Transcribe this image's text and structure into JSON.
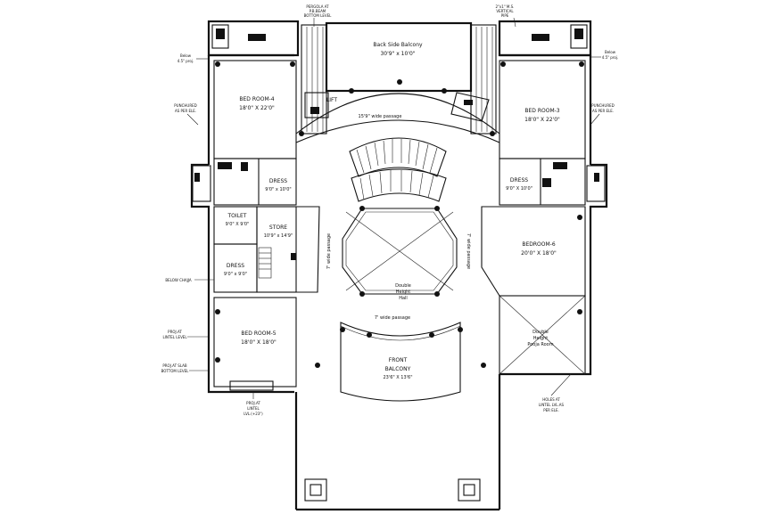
{
  "plan": {
    "rooms": {
      "back_balcony": {
        "name": "Back Side Balcony",
        "size": "30'9\" x 10'0\""
      },
      "bed4": {
        "name": "BED ROOM-4",
        "size": "18'0\" X 22'0\""
      },
      "bed3": {
        "name": "BED ROOM-3",
        "size": "18'0\" X 22'0\""
      },
      "dress_left": {
        "name": "DRESS",
        "size": "9'0\" x 10'0\""
      },
      "dress_right": {
        "name": "DRESS",
        "size": "9'0\" X 10'0\""
      },
      "toilet": {
        "name": "TOILET",
        "size": "9'0\" X 9'0\""
      },
      "store": {
        "name": "STORE",
        "size": "10'9\" x 14'9\""
      },
      "dress_lower": {
        "name": "DRESS",
        "size": "9'0\" x 9'0\""
      },
      "bed6": {
        "name": "BEDROOM-6",
        "size": "20'0\" X 18'0\""
      },
      "bed5": {
        "name": "BED ROOM-5",
        "size": "18'0\" X 18'0\""
      },
      "front_balcony": {
        "name": "FRONT",
        "name2": "BALCONY",
        "size": "23'6\" X 13'6\""
      },
      "hall": {
        "name": "Double",
        "name2": "Height",
        "name3": "Hall"
      },
      "pooja": {
        "name": "Double",
        "name2": "Height",
        "name3": "Pooja Room"
      },
      "lift": {
        "name": "LIFT"
      }
    },
    "passages": {
      "upper": "15'9\" wide passage",
      "left": "7' wide passage",
      "right": "7' wide passage",
      "lower": "7' wide passage"
    },
    "annotations": {
      "pergola": [
        "PERGOLA AT",
        "P.B.BEAM",
        "BOTTOM LEVEL"
      ],
      "pipe": [
        "2\"x1\" M.S.",
        "VERTICAL",
        "PIPE"
      ],
      "below_left": [
        "Below",
        "4.5\" proj."
      ],
      "below_right": [
        "Below",
        "4.5\" proj."
      ],
      "punched_left": [
        "PUNCHURED",
        "AS PER ELE."
      ],
      "punched_right": [
        "PUNCHURED",
        "AS PER ELE."
      ],
      "below_chajja": "BELOW CHAJJA",
      "proj_lintel": [
        "PROJ.AT",
        "LINTEL LEVEL"
      ],
      "proj_slab": [
        "PROJ.AT SLAB",
        "BOTTOM LEVEL"
      ],
      "proj_lintel_lvl": [
        "PROJ.AT",
        "LINTEL",
        "LVL.(+23\")"
      ],
      "holes": [
        "HOLES AT",
        "LINTEL LVL.AS",
        "PER ELE."
      ]
    }
  }
}
